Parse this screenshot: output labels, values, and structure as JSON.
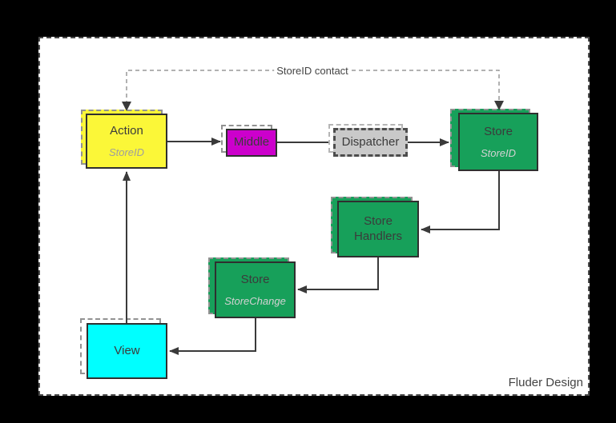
{
  "page": {
    "background": "#000000",
    "credit": "Fluder Design"
  },
  "diagram": {
    "contact_label": "StoreID contact",
    "nodes": {
      "action": {
        "label": "Action",
        "sublabel": "StoreID",
        "fill": "#fbf738"
      },
      "middle": {
        "label": "Middle",
        "fill": "#cc00cc"
      },
      "dispatcher": {
        "label": "Dispatcher",
        "fill": "#c9c9c9"
      },
      "store_id": {
        "label": "Store",
        "sublabel": "StoreID",
        "fill": "#17a05a"
      },
      "store_handlers": {
        "label": "Store Handlers",
        "fill": "#17a05a"
      },
      "store_change": {
        "label": "Store",
        "sublabel": "StoreChange",
        "fill": "#17a05a"
      },
      "view": {
        "label": "View",
        "fill": "#00ffff"
      }
    },
    "edge_color": "#3a3a3a",
    "contact_line_color": "#999999"
  }
}
